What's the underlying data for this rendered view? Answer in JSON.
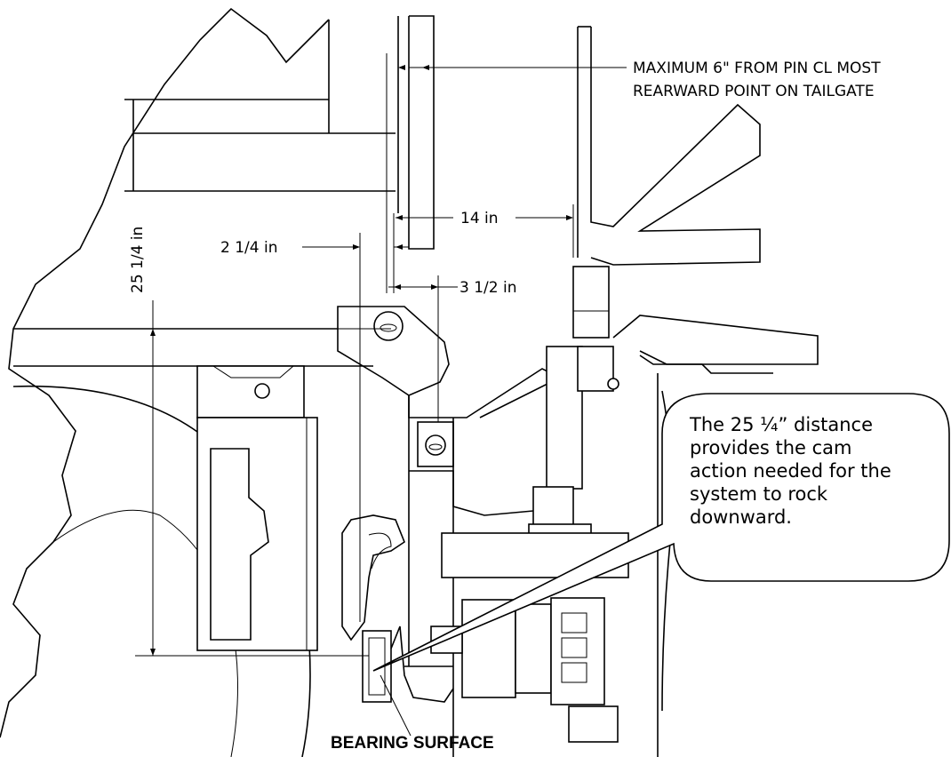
{
  "annotations": {
    "max_note_line1": "MAXIMUM 6\" FROM PIN CL MOST",
    "max_note_line2": "REARWARD POINT ON TAILGATE",
    "dim_14": "14 in",
    "dim_2_1_4": "2 1/4 in",
    "dim_3_1_2": "3 1/2 in",
    "dim_25_1_4": "25 1/4 in",
    "bearing_surface": "BEARING SURFACE"
  },
  "callout": {
    "text": "The 25 ¼” distance\nprovides the cam\naction needed for the\nsystem to rock\ndownward."
  }
}
